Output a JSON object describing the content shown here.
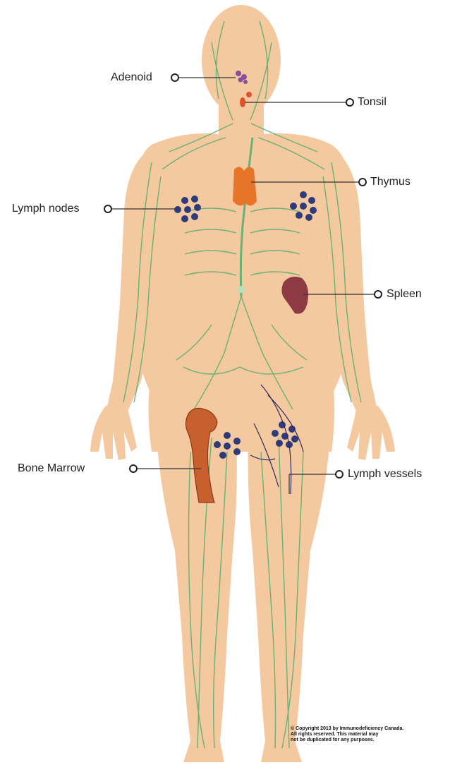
{
  "labels": {
    "adenoid": "Adenoid",
    "tonsil": "Tonsil",
    "thymus": "Thymus",
    "lymph_nodes": "Lymph nodes",
    "spleen": "Spleen",
    "bone_marrow": "Bone Marrow",
    "lymph_vessels": "Lymph vessels"
  },
  "copyright": {
    "line1": "© Copyright 2013 by Immunodeficiency Canada.",
    "line2": "All rights reserved. This material may",
    "line3": "not be duplicated for any purposes."
  },
  "colors": {
    "skin": "#f4c9a0",
    "vessel": "#4fae6e",
    "node": "#2e3a7a",
    "thymus": "#e8742a",
    "spleen": "#8e3a45",
    "tonsil": "#e0502e",
    "adenoid": "#8a4c9c",
    "bone": "#c8602e"
  }
}
